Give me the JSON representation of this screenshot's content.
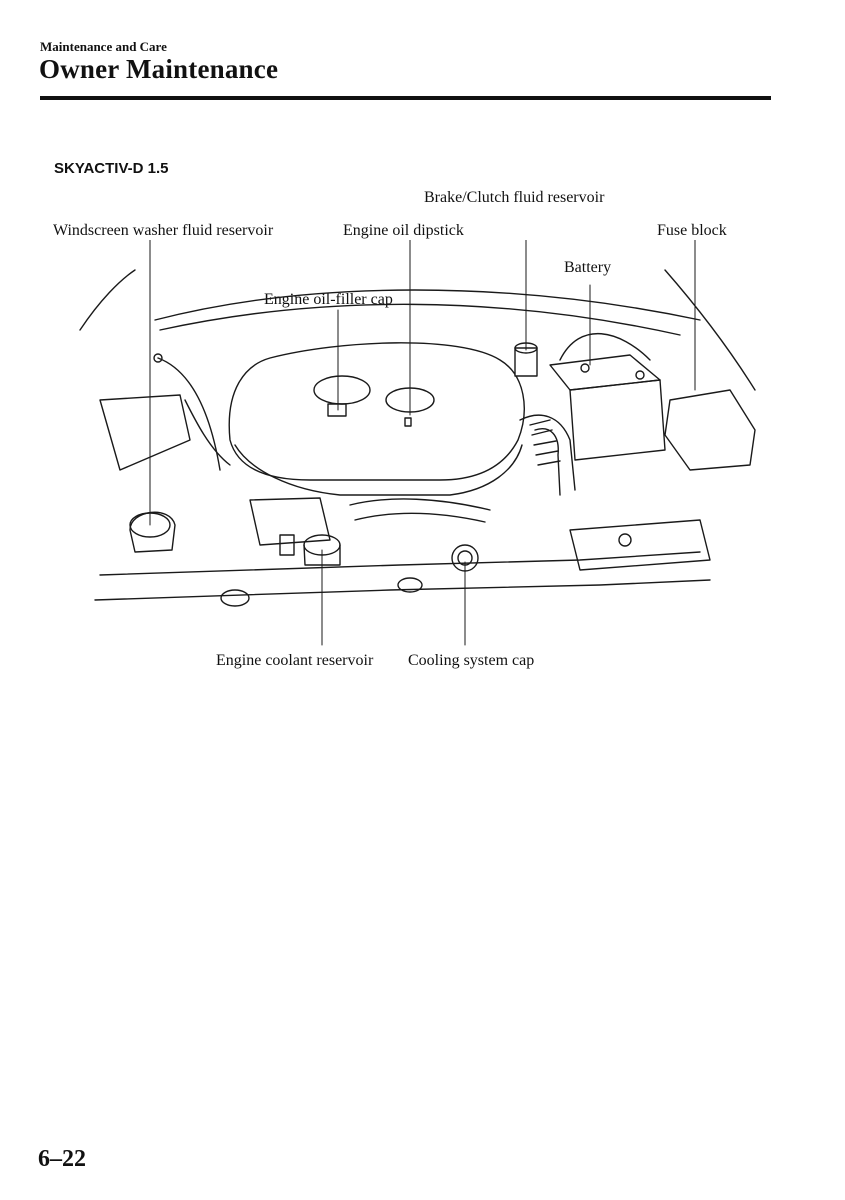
{
  "header": {
    "section": "Maintenance and Care",
    "title": "Owner Maintenance"
  },
  "engine_variant": "SKYACTIV-D 1.5",
  "callouts": {
    "brake_clutch_reservoir": "Brake/Clutch fluid reservoir",
    "washer_reservoir": "Windscreen washer fluid reservoir",
    "oil_dipstick": "Engine oil dipstick",
    "fuse_block": "Fuse block",
    "battery": "Battery",
    "oil_filler_cap": "Engine oil-filler cap",
    "coolant_reservoir": "Engine coolant reservoir",
    "cooling_cap": "Cooling system cap"
  },
  "page_number": "6–22"
}
